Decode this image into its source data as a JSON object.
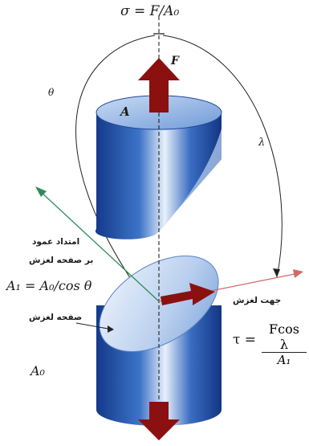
{
  "formulas": {
    "stress": "σ = F/A₀",
    "area": "A₁ = A₀/cos θ",
    "tau_lhs": "τ =",
    "tau_num": "Fcos λ",
    "tau_den": "A₁"
  },
  "labels": {
    "force": "F",
    "area_a": "A",
    "area_a0": "A₀",
    "theta": "θ",
    "lambda": "λ",
    "normal_direction_line1": "امتداد عمود",
    "normal_direction_line2": "بر صفحه لغزش",
    "slip_plane": "صفحه لغزش",
    "slip_direction": "جهت لغزش"
  },
  "colors": {
    "cylinder_dark": "#1f4fa3",
    "cylinder_light": "#dbe8f8",
    "arrow": "#8b1010",
    "normal_line": "#2e8b57",
    "slip_line": "#d36a6a"
  }
}
